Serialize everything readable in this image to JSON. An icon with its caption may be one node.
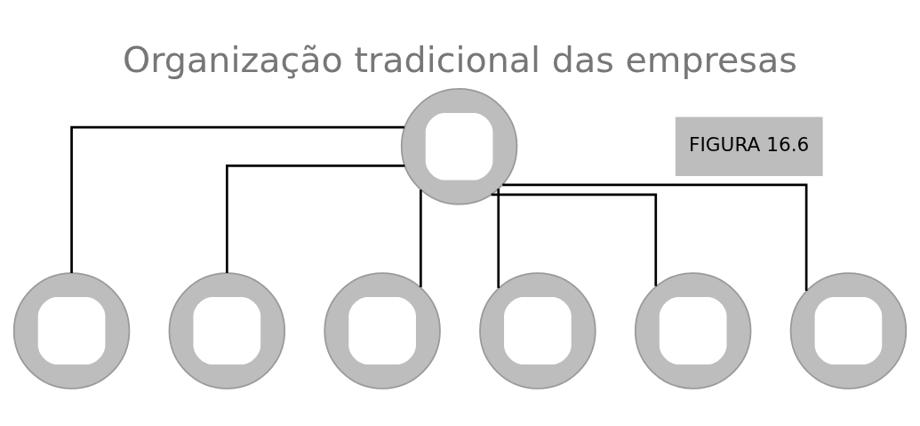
{
  "diagram": {
    "title": "Organização tradicional das empresas",
    "nodes": [
      {
        "text": [],
        "shape": "circle"
      },
      {
        "text": [],
        "shape": "circle"
      },
      {
        "text": [],
        "shape": "circle"
      },
      {
        "text": [],
        "shape": "circle"
      },
      {
        "text": [],
        "shape": "circle"
      },
      {
        "text": [],
        "shape": "circle"
      },
      {
        "text": [],
        "shape": "circle"
      }
    ],
    "edges": [
      {
        "from": 0,
        "to": 1,
        "arrow": "none"
      },
      {
        "from": 0,
        "to": 2,
        "arrow": "none"
      },
      {
        "from": 0,
        "to": 3,
        "arrow": "none"
      },
      {
        "from": 0,
        "to": 4,
        "arrow": "none"
      },
      {
        "from": 0,
        "to": 5,
        "arrow": "none"
      },
      {
        "from": 0,
        "to": 6,
        "arrow": "none"
      }
    ],
    "labels": [
      "FIGURA 16.6"
    ]
  }
}
